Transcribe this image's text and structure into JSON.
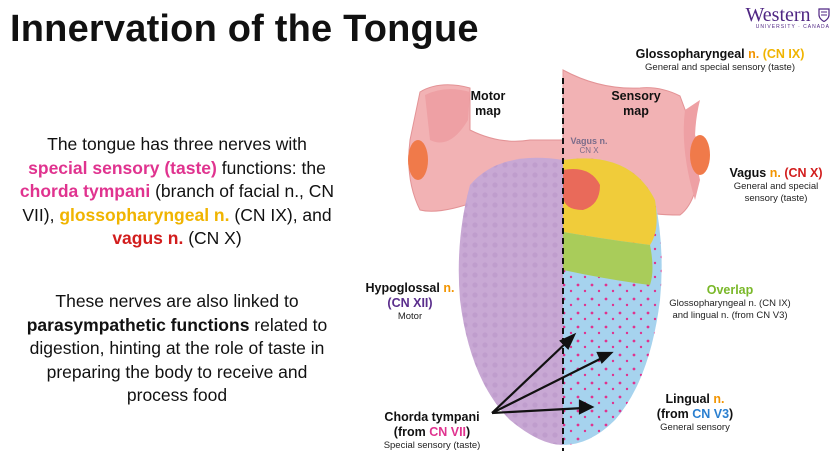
{
  "title": "Innervation of the Tongue",
  "logo": {
    "name": "Western",
    "subtitle": "UNIVERSITY · CANADA"
  },
  "paragraph1": {
    "t1": "The tongue has three nerves with ",
    "t2": "special sensory (taste)",
    "t3": " functions: the ",
    "t4": "chorda tympani",
    "t5": " (branch of facial n., CN VII), ",
    "t6": "glossopharyngeal n.",
    "t7": " (CN IX), and ",
    "t8": "vagus n.",
    "t9": " (CN X)"
  },
  "paragraph2": {
    "t1": "These nerves are also linked to ",
    "t2": "parasympathetic functions",
    "t3": " related to digestion, hinting at the role of taste in preparing the body to receive and process food"
  },
  "maps": {
    "motor": "Motor map",
    "sensory": "Sensory map"
  },
  "labels": {
    "glossopharyngeal": {
      "name": "Glossopharyngeal",
      "n": "n.",
      "cn": "(CN IX)",
      "desc": "General and special sensory (taste)"
    },
    "vagus": {
      "name": "Vagus",
      "n": "n.",
      "cn": "(CN X)",
      "desc": "General and special sensory (taste)"
    },
    "vagus_inner": {
      "name": "Vagus n.",
      "cn": "CN X"
    },
    "hypoglossal": {
      "name": "Hypoglossal",
      "n": "n.",
      "cn": "(CN XII)",
      "desc": "Motor"
    },
    "overlap": {
      "name": "Overlap",
      "desc": "Glossopharyngeal n. (CN IX) and lingual n. (from CN V3)"
    },
    "lingual": {
      "name": "Lingual",
      "n": "n.",
      "from": "(from",
      "cn": "CN V3",
      "close": ")",
      "desc": "General sensory"
    },
    "chorda": {
      "name": "Chorda tympani",
      "from": "(from",
      "cn": "CN VII",
      "close": ")",
      "desc": "Special sensory (taste)"
    }
  },
  "colors": {
    "pink": "#e0338f",
    "yellow": "#f0b400",
    "red": "#d21d1d",
    "orange": "#f29400",
    "green": "#7ab829",
    "purple": "#5a2d8c",
    "blue": "#2a7fd0",
    "tongue_purple": "#c8a8d4",
    "tongue_blue": "#a6d3ee",
    "tongue_yellow": "#f0cc3a",
    "tongue_green": "#a9cc5a",
    "pharynx_pink": "#f2b2b4",
    "tonsil_orange": "#f07a4a"
  }
}
